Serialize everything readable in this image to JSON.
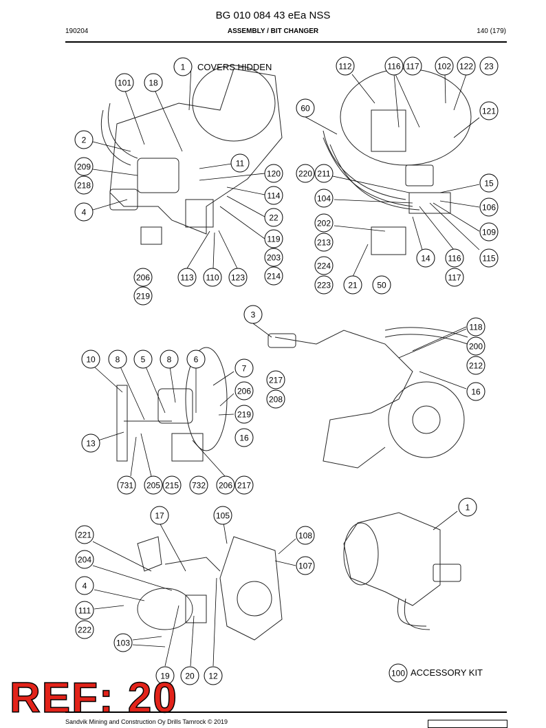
{
  "header": {
    "title": "BG 010 084 43 eEa NSS",
    "doc_number": "190204",
    "section": "ASSEMBLY / BIT CHANGER",
    "page": "140 (179)"
  },
  "captions": {
    "covers_hidden": "COVERS HIDDEN",
    "accessory_kit": "ACCESSORY KIT"
  },
  "ref_stamp": "REF: 20",
  "footer": {
    "copyright": "Sandvik Mining and Construction Oy Drills Tamrock © 2019"
  },
  "balloons": [
    "1",
    "101",
    "18",
    "2",
    "209",
    "218",
    "4",
    "11",
    "120",
    "114",
    "22",
    "119",
    "203",
    "214",
    "206",
    "219",
    "113",
    "110",
    "123",
    "112",
    "116",
    "117",
    "102",
    "122",
    "23",
    "60",
    "121",
    "220",
    "211",
    "15",
    "104",
    "106",
    "109",
    "202",
    "213",
    "224",
    "223",
    "21",
    "50",
    "14",
    "116",
    "117",
    "115",
    "3",
    "118",
    "200",
    "212",
    "16",
    "10",
    "8",
    "5",
    "8",
    "6",
    "7",
    "206",
    "217",
    "208",
    "219",
    "16",
    "13",
    "731",
    "205",
    "215",
    "732",
    "206",
    "217",
    "17",
    "105",
    "221",
    "108",
    "204",
    "107",
    "4",
    "111",
    "222",
    "103",
    "19",
    "20",
    "12",
    "1",
    "100"
  ]
}
